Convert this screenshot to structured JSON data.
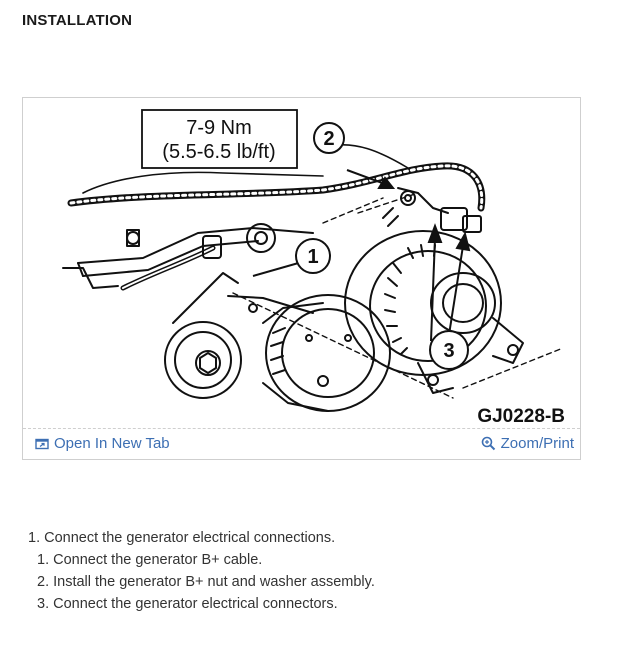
{
  "page": {
    "heading": "INSTALLATION"
  },
  "figure": {
    "torque_line1": "7-9 Nm",
    "torque_line2": "(5.5-6.5 lb/ft)",
    "callout_1": "1",
    "callout_2": "2",
    "callout_3": "3",
    "figure_id": "GJ0228-B",
    "open_new_tab_label": "Open In New Tab",
    "zoom_print_label": "Zoom/Print",
    "icons": [
      "open-in-new-tab-icon",
      "zoom-magnifier-icon"
    ],
    "link_color": "#3d6fb3"
  },
  "steps": [
    {
      "number": "1.",
      "text": "Connect the generator electrical connections.",
      "substeps": [
        {
          "number": "1.",
          "text": "Connect the generator B+ cable."
        },
        {
          "number": "2.",
          "text": "Install the generator B+ nut and washer assembly."
        },
        {
          "number": "3.",
          "text": "Connect the generator electrical connectors."
        }
      ]
    }
  ]
}
